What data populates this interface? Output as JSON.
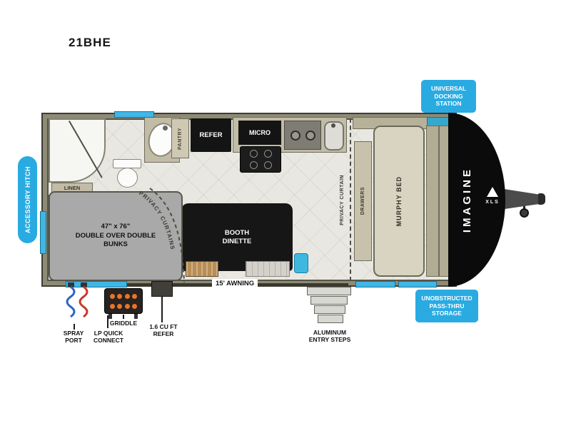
{
  "model": "21BHE",
  "brand": {
    "name": "IMAGINE",
    "sub": "XLS"
  },
  "callouts": {
    "accessory_hitch": "ACCESSORY HITCH",
    "docking_station": "UNIVERSAL\nDOCKING\nSTATION",
    "pass_thru": "UNOBSTRUCTED\nPASS-THRU\nSTORAGE",
    "spray_port": "SPRAY\nPORT",
    "lp_quick_connect": "LP QUICK\nCONNECT",
    "griddle": "GRIDDLE",
    "exterior_refer": "1.6 CU FT\nREFER",
    "entry_steps": "ALUMINUM\nENTRY STEPS"
  },
  "rooms": {
    "linen": "LINEN",
    "pantry": "PANTRY",
    "refer": "REFER",
    "micro": "MICRO",
    "privacy_curtain": "PRIVACY CURTAIN",
    "privacy_curtains": "PRIVACY CURTAINS",
    "drawers": "DRAWERS",
    "murphy_bed": "MURPHY BED",
    "booth_dinette": "BOOTH\nDINETTE",
    "bunks": "47\" x 76\"\nDOUBLE OVER DOUBLE\nBUNKS",
    "awning": "15' AWNING"
  },
  "colors": {
    "accent": "#29ABE2",
    "window": "#41B6E6",
    "wall": "#8D8B75",
    "appliance_black": "#141414"
  }
}
